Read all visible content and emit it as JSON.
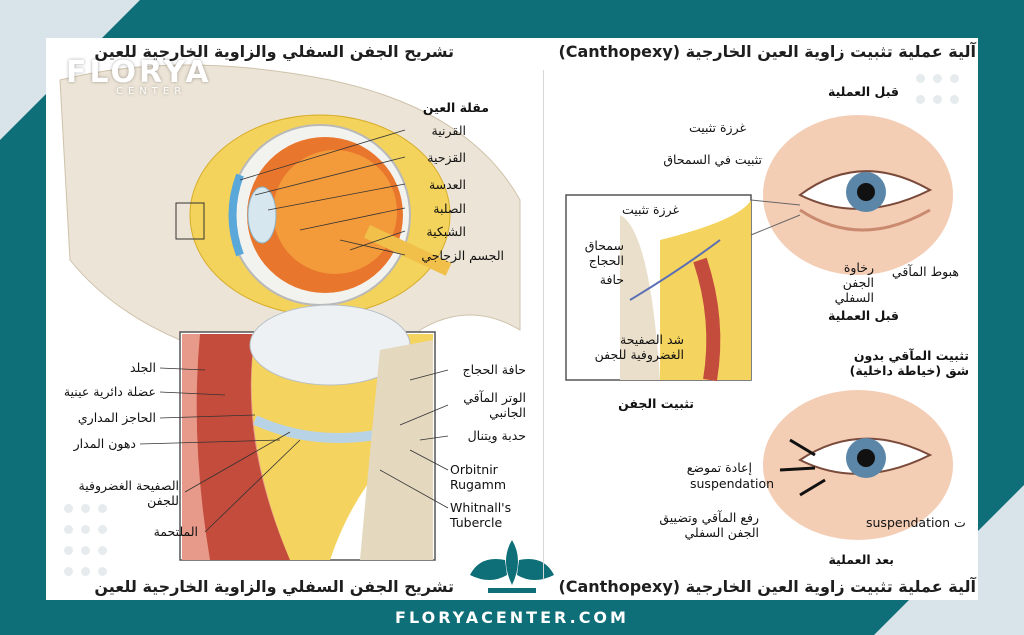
{
  "brand": {
    "name": "FLORYA",
    "sub": "CENTER",
    "website": "FLORYACENTER.COM"
  },
  "left": {
    "title_top": "تشريح الجفن السفلي والزاوية الخارجية للعين",
    "title_bottom": "تشريح الجفن السفلي والزاوية الخارجية للعين",
    "eye_labels": [
      "مقلة العين",
      "القرنية",
      "القزحية",
      "العدسة",
      "الصلبة",
      "الشبكية",
      "الجسم الزجاجي"
    ],
    "inset_left_labels": [
      "الجلد",
      "عضلة دائرية عينية",
      "الحاجز المداري",
      "دهون المدار",
      "الصفيحة الغضروفية للجفن",
      "الملتحمة"
    ],
    "inset_right_labels": [
      "حافة الحجاج",
      "الوتر المآقي الجانبي",
      "حدبة ويتنال"
    ],
    "inset_right_en": [
      "Orbitnir Rugamm",
      "Whitnall's Tubercle"
    ]
  },
  "right": {
    "title_top": "آلية عملية تثبيت زاوية العين الخارجية (Canthopexy)",
    "title_bottom": "آلية عملية تثبيت زاوية العين الخارجية (Canthopexy)",
    "before_label": "قبل العملية",
    "before_label2": "قبل العملية",
    "stitch": "غرزة تثبيت",
    "periosteum_fix": "تثبيت في السمحاق",
    "droop_canthus": "هبوط المآقي",
    "lax_lid": "رخاوة الجفن السفلي",
    "inset_labels": [
      "غرزة تثبيت",
      "سمحاق الحجاج",
      "حافة",
      "شد الصفيحة الغضروفية للجفن"
    ],
    "inset_caption": "تثبيت الجفن",
    "method_title": "تثبيت المآقي بدون شق (خياطة داخلية)",
    "reposition": "إعادة تموضع",
    "suspendation": "suspendation",
    "lift": "رفع المآقي وتضييق الجفن السفلي",
    "susp2": "suspendation ت",
    "after_label": "بعد العملية"
  },
  "colors": {
    "teal": "#0e6f78",
    "panel": "#ffffff",
    "corner": "#d9e3ea"
  }
}
